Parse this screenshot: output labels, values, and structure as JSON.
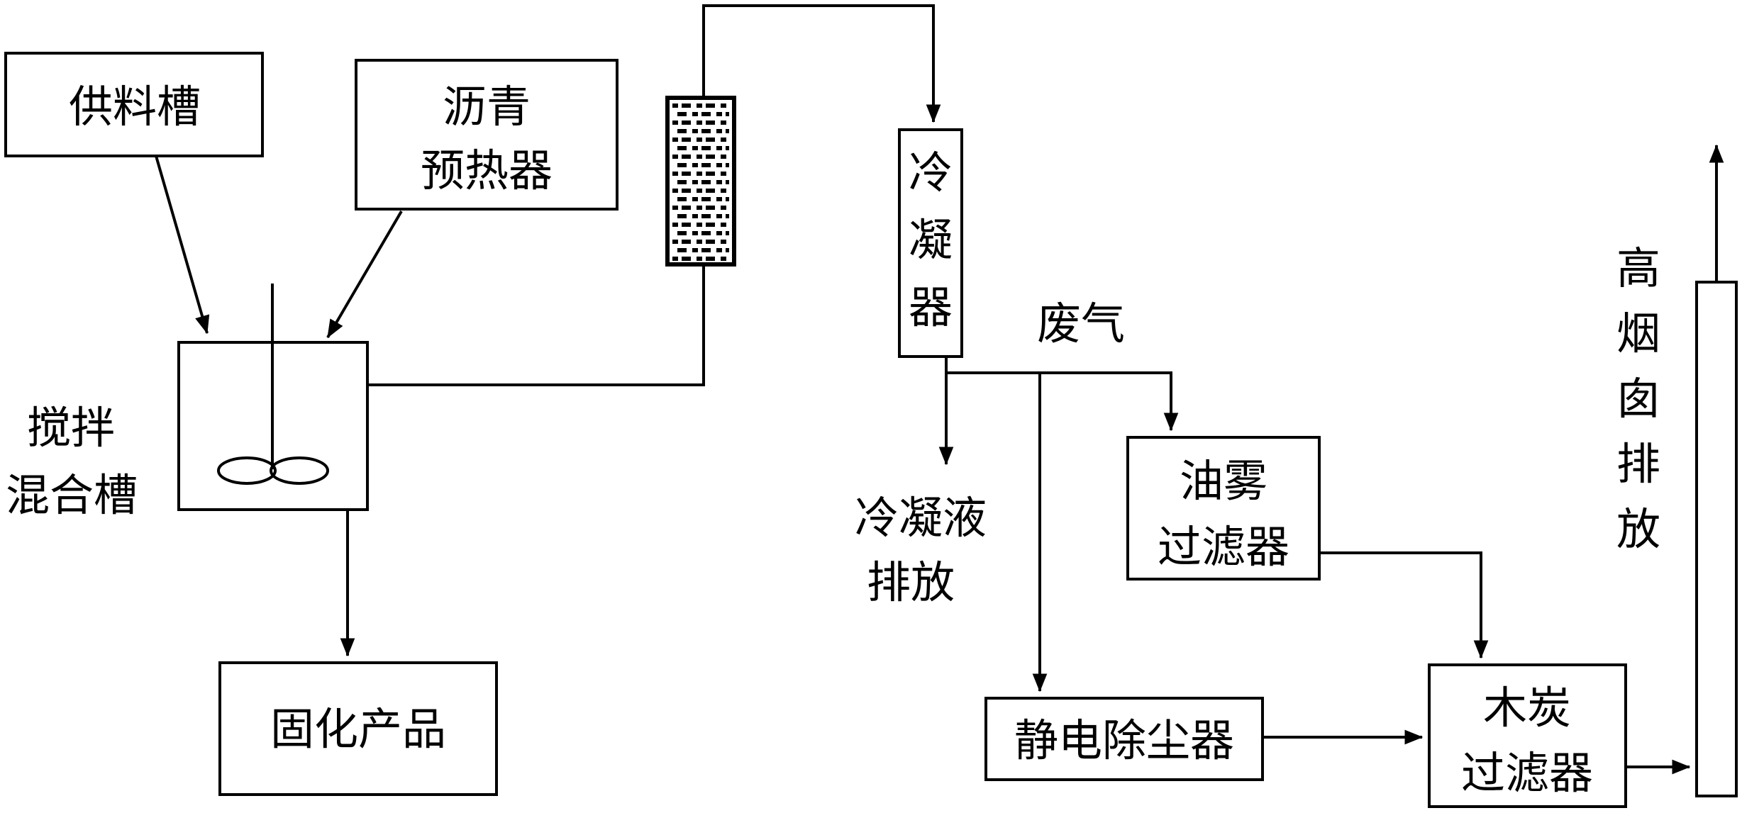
{
  "nodes": {
    "feed_tank": "供料槽",
    "asphalt_preheater": [
      "沥青",
      "预热器"
    ],
    "mixing_tank": [
      "搅拌",
      "混合槽"
    ],
    "solid_product": "固化产品",
    "condenser": [
      "冷",
      "凝",
      "器"
    ],
    "waste_gas": "废气",
    "condensate_discharge": [
      "冷凝液",
      "排放"
    ],
    "oil_mist_filter": [
      "油雾",
      "过滤器"
    ],
    "electrostatic_precipitator": "静电除尘器",
    "charcoal_filter": [
      "木炭",
      "过滤器"
    ],
    "stack_discharge": [
      "高",
      "烟",
      "囱",
      "排",
      "放"
    ]
  },
  "colors": {
    "stroke": "#000000",
    "background": "#ffffff"
  },
  "icons": {
    "packed_column": "packed-column-icon",
    "agitator": "agitator-icon",
    "chimney": "chimney-icon"
  }
}
